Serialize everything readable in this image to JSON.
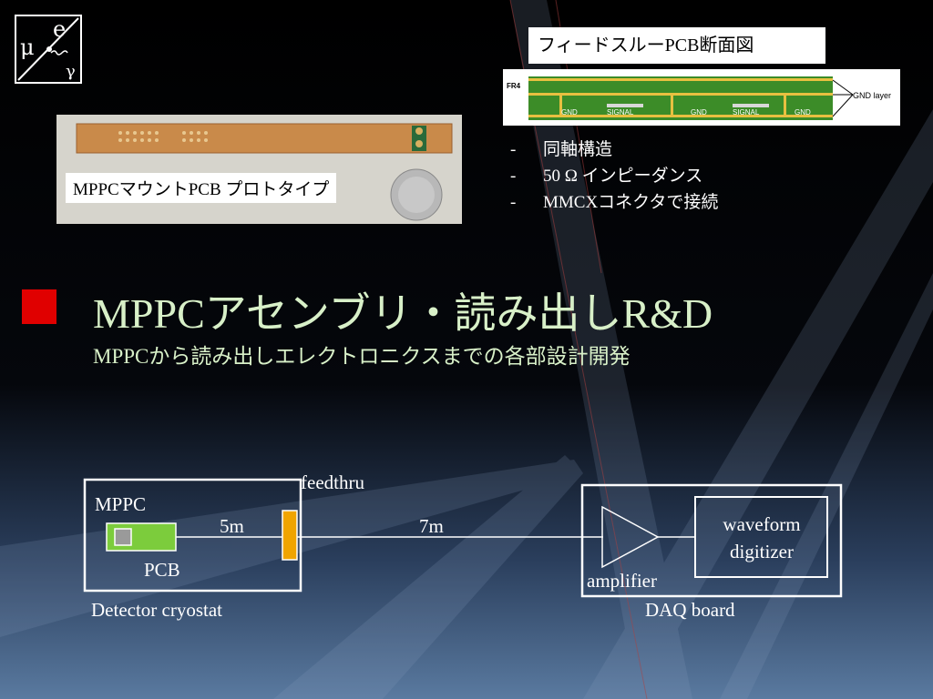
{
  "cross_section": {
    "title": "フィードスルーPCB断面図",
    "labels": {
      "fr4": "FR4",
      "gnd_layer": "GND layer",
      "gnd": "GND",
      "signal": "SIGNAL"
    }
  },
  "photo": {
    "caption": "MPPCマウントPCB プロトタイプ"
  },
  "bullets": [
    {
      "dash": "-",
      "text": "同軸構造"
    },
    {
      "dash": "-",
      "text": "50 Ω インピーダンス"
    },
    {
      "dash": "-",
      "text": "MMCXコネクタで接続"
    }
  ],
  "heading": "MPPCアセンブリ・読み出しR&D",
  "subheading": "MPPCから読み出しエレクトロニクスまでの各部設計開発",
  "logo": {
    "mu": "μ",
    "e": "e",
    "gamma": "γ"
  },
  "diagram": {
    "mppc": "MPPC",
    "pcb": "PCB",
    "cable1": "5m",
    "feedthru": "feedthru",
    "cable2": "7m",
    "cryostat": "Detector cryostat",
    "amplifier": "amplifier",
    "digitizer_line1": "waveform",
    "digitizer_line2": "digitizer",
    "daq": "DAQ board"
  },
  "colors": {
    "accent_red": "#e00000",
    "heading": "#d8f0c8",
    "pcb_green": "#7ccc3c",
    "feedthru_orange": "#f0a400",
    "board_green": "#3c8c28"
  }
}
